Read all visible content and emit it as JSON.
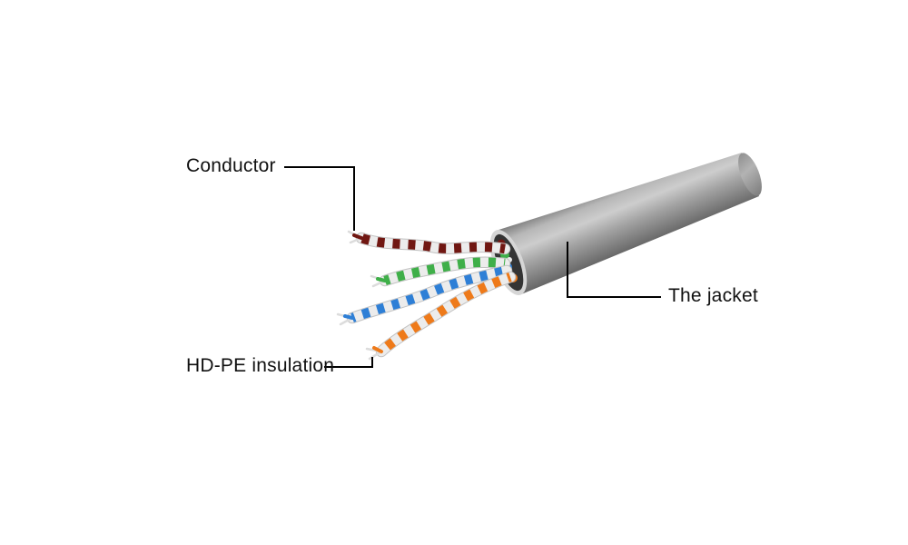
{
  "diagram": {
    "labels": {
      "conductor": "Conductor",
      "insulation": "HD-PE insulation",
      "jacket": "The jacket"
    }
  },
  "colors": {
    "background": "#ffffff",
    "jacket_gray": "#a8a8a8",
    "opening_dark": "#343434",
    "wire_white": "#ececec",
    "pair_brown": "#701712",
    "pair_green": "#3faf49",
    "pair_blue": "#2e7fd6",
    "pair_orange": "#ee7a1a",
    "leader_line": "#000000",
    "label_text": "#111111"
  }
}
